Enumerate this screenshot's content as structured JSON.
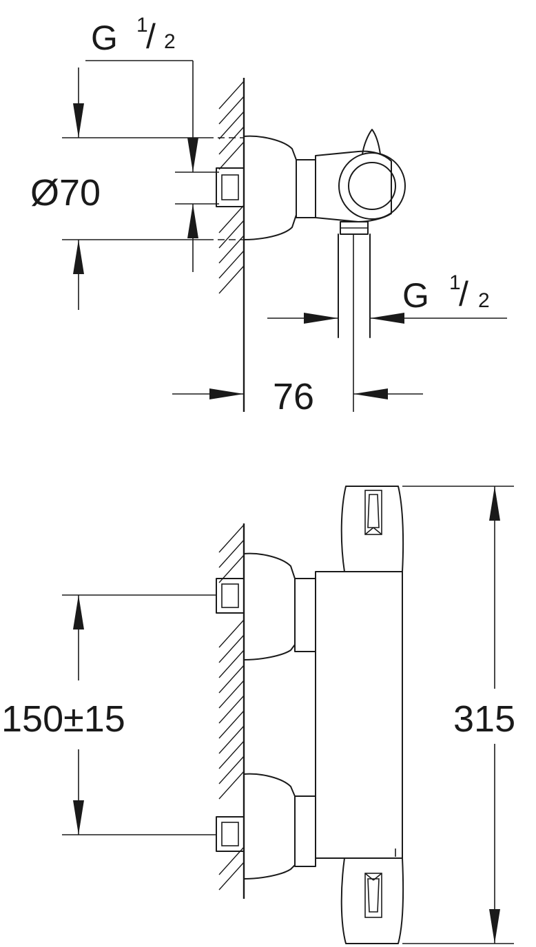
{
  "drawing": {
    "side_view": {
      "thread_top": {
        "letter": "G",
        "num": "1",
        "slash": "/",
        "den": "2"
      },
      "diameter": "Ø70",
      "thread_right": {
        "letter": "G",
        "num": "1",
        "slash": "/",
        "den": "2"
      },
      "depth": "76"
    },
    "front_view": {
      "spacing": "150±15",
      "height": "315"
    }
  }
}
